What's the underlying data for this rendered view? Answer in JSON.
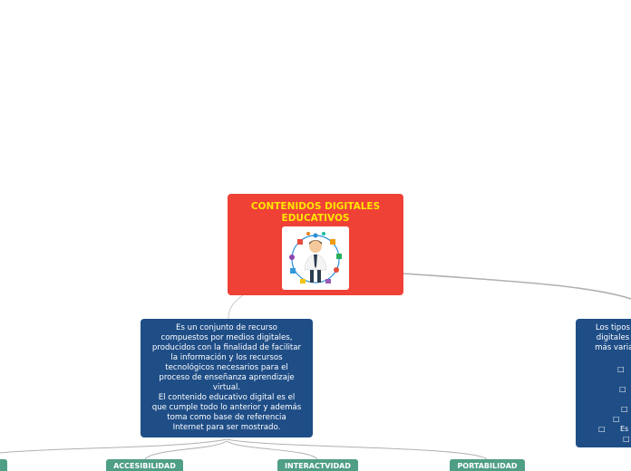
{
  "root": {
    "title_lines": [
      "CONTENIDOS DIGITALES",
      "EDUCATIVOS"
    ],
    "image": "businessman-with-tech-icons-illustration"
  },
  "left_node": {
    "lines": [
      "Es un conjunto de recurso",
      "compuestos por medios digitales,",
      "producidos con la finalidad de facilitar",
      "la información y los recursos",
      "tecnológicos necesarios para el",
      "proceso de enseñanza aprendizaje",
      "virtual.",
      "El contenido educativo digital es el",
      "que cumple todo lo anterior y además",
      "toma como base de referencia",
      "Internet para ser mostrado."
    ]
  },
  "right_node": {
    "lines": [
      "Los tipos d",
      "digitales e",
      "más variad"
    ],
    "bullet_glyph": "□",
    "partial_text": "Es"
  },
  "children": [
    {
      "label": ""
    },
    {
      "label": "ACCESIBILIDAD"
    },
    {
      "label": "INTERACTVIDAD"
    },
    {
      "label": "PORTABILIDAD"
    }
  ],
  "colors": {
    "root": "#ef4136",
    "root_title": "#ffe600",
    "node": "#1f4e87",
    "child": "#4f9e86",
    "connector": "#b0b0b0"
  }
}
